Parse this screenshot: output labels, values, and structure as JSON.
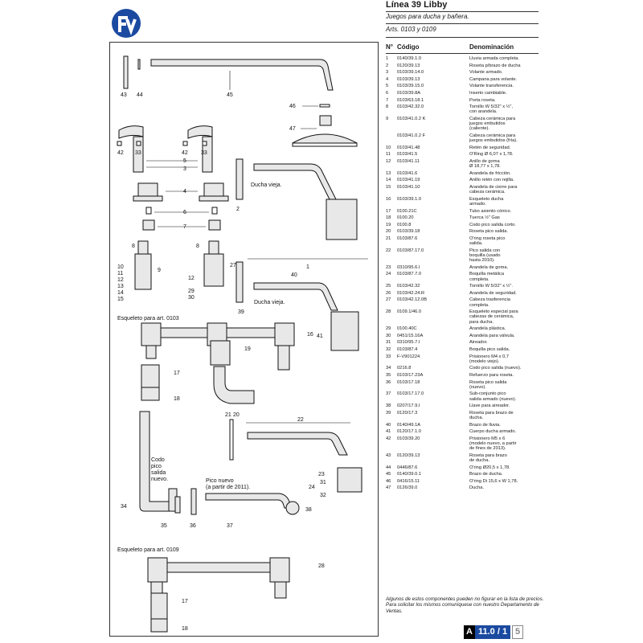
{
  "header": {
    "title": "Línea 39 Libby",
    "subtitle": "Juegos para ducha y bañera.",
    "arts": "Arts. 0103 y 0109",
    "brand_color": "#1b4aa0"
  },
  "diagram": {
    "labels": {
      "ducha_vieja_1": "Ducha vieja.",
      "ducha_vieja_2": "Ducha vieja.",
      "esqueleto_0103": "Esqueleto para art. 0103",
      "esqueleto_0109": "Esqueleto para art. 0109",
      "codo": "Codo\npico\nsalida\nnuevo.",
      "pico_nuevo": "Pico nuevo\n(a partir de 2011)."
    }
  },
  "parts_table": {
    "headers": {
      "n": "N°",
      "code": "Código",
      "desc": "Denominación"
    },
    "rows": [
      {
        "n": "1",
        "code": "0140/39.1.0",
        "desc": "Lluvia armada completa."
      },
      {
        "n": "2",
        "code": "0120/39.13",
        "desc": "Roseta p/brazo de ducha"
      },
      {
        "n": "3",
        "code": "0103/39.14.0",
        "desc": "Volante armado."
      },
      {
        "n": "4",
        "code": "0103/39.13",
        "desc": "Campana para volante."
      },
      {
        "n": "5",
        "code": "0103/39.15.0",
        "desc": "Volante transferencia."
      },
      {
        "n": "6",
        "code": "0103/39.8A",
        "desc": "Inserto cambiable."
      },
      {
        "n": "7",
        "code": "0103/63.18.1",
        "desc": "Porta roseta."
      },
      {
        "n": "8",
        "code": "0103/42.32.0",
        "desc": "Tornillo W 5/32\" x ½\",\ncon arandela."
      },
      {
        "n": "9",
        "code": "0103/41.0.2 K",
        "desc": "Cabeza cerámica para\njuegos embutidos\n(caliente)."
      },
      {
        "n": "",
        "code": "0103/41.0.2 F",
        "desc": "Cabeza cerámica para\njuegos embutidos (fría)."
      },
      {
        "n": "10",
        "code": "0103/41.48",
        "desc": "Retén de seguridad."
      },
      {
        "n": "11",
        "code": "0103/41.5",
        "desc": "O'Ring Ø 6,07 x 1,78."
      },
      {
        "n": "12",
        "code": "0103/41.11",
        "desc": "Anillo de goma\nØ 18,77 x 1,78."
      },
      {
        "n": "13",
        "code": "0103/41.6",
        "desc": "Arandela de fricción."
      },
      {
        "n": "14",
        "code": "0103/41.19",
        "desc": "Anillo retén con rejilla."
      },
      {
        "n": "15",
        "code": "0103/41.10",
        "desc": "Arandela de cierre para\ncabeza cerámica."
      },
      {
        "n": "16",
        "code": "0103/39.1.0",
        "desc": "Esqueleto ducha\narmado."
      },
      {
        "n": "17",
        "code": "0100.21C",
        "desc": "Tubo asiento cónico."
      },
      {
        "n": "18",
        "code": "0100.20",
        "desc": "Tuerca ½\" Gas"
      },
      {
        "n": "19",
        "code": "0100.8",
        "desc": "Codo pico salida corto."
      },
      {
        "n": "20",
        "code": "0103/39.18",
        "desc": "Roseta pico salida."
      },
      {
        "n": "21",
        "code": "0103/87.6",
        "desc": "O'ring roseta pico\nsalida."
      },
      {
        "n": "22",
        "code": "0103/87.17.0",
        "desc": "Pico salida con\nboquilla (usado\nhasta 2010)."
      },
      {
        "n": "23",
        "code": "0310/95.6.I",
        "desc": "Arandela de goma."
      },
      {
        "n": "24",
        "code": "0103/87.7.0",
        "desc": "Boquilla metálica\ncompleta."
      },
      {
        "n": "25",
        "code": "0103/42.32",
        "desc": "Tornillo W 5/32\" x ½\"."
      },
      {
        "n": "26",
        "code": "0103/42.24.R",
        "desc": "Arandela de seguridad."
      },
      {
        "n": "27",
        "code": "0103/42.12.0B",
        "desc": "Cabeza trasferencia\ncompleta."
      },
      {
        "n": "28",
        "code": "0109.1/46.0",
        "desc": "Esqueleto especial para\ncabezas de cerámica,\npara ducha."
      },
      {
        "n": "29",
        "code": "0100.40C",
        "desc": "Arandela plástica."
      },
      {
        "n": "30",
        "code": "0451/15.16A",
        "desc": "Arandela para válvula."
      },
      {
        "n": "31",
        "code": "0310/95.7.I",
        "desc": "Aireador."
      },
      {
        "n": "32",
        "code": "0103/87.4",
        "desc": "Boquilla pico salida."
      },
      {
        "n": "33",
        "code": "F-V901224",
        "desc": "Prisionero M4 x 0,7\n(modelo viejo)."
      },
      {
        "n": "34",
        "code": "0216.8",
        "desc": "Codo pico salida (nuevo)."
      },
      {
        "n": "35",
        "code": "0103/17.23A",
        "desc": "Refuerzo para roseta."
      },
      {
        "n": "36",
        "code": "0103/17.18",
        "desc": "Roseta pico salida\n(nuevo)."
      },
      {
        "n": "37",
        "code": "0103/17.17.0",
        "desc": "Sub-conjunto pico\nsalida armado (nuevo)."
      },
      {
        "n": "38",
        "code": "0207/17.9.I",
        "desc": "Llave para aireador."
      },
      {
        "n": "39",
        "code": "0120/17.3",
        "desc": "Roseta para brazo de\nducha."
      },
      {
        "n": "40",
        "code": "0140/49.1A",
        "desc": "Brazo de lluvia."
      },
      {
        "n": "41",
        "code": "0120/17.1.0",
        "desc": "Cuerpo ducha armado."
      },
      {
        "n": "42",
        "code": "0103/39.20",
        "desc": "Prisionero M5 x 6\n(modelo nuevo, a partir\nde fines de 2013)."
      },
      {
        "n": "43",
        "code": "0120/39.13",
        "desc": "Roseta para brazo\nde ducha."
      },
      {
        "n": "44",
        "code": "0446/87.6",
        "desc": "O'ring Ø20,5 x 1,78."
      },
      {
        "n": "45",
        "code": "0140/39.0.1",
        "desc": "Brazo de ducha."
      },
      {
        "n": "46",
        "code": "0416/15.11",
        "desc": "O'ring Di 15,6 x W 1,78."
      },
      {
        "n": "47",
        "code": "0126/39.0",
        "desc": "Ducha."
      }
    ]
  },
  "footer": {
    "note": "Algunos de estos componentes pueden no figurar en la lista de precios. Para solicitar los mismos comuníquese con nuestro Departamento de Ventas.",
    "page_letter": "A",
    "page_number": "11.0 / 1",
    "page_last": "5"
  }
}
